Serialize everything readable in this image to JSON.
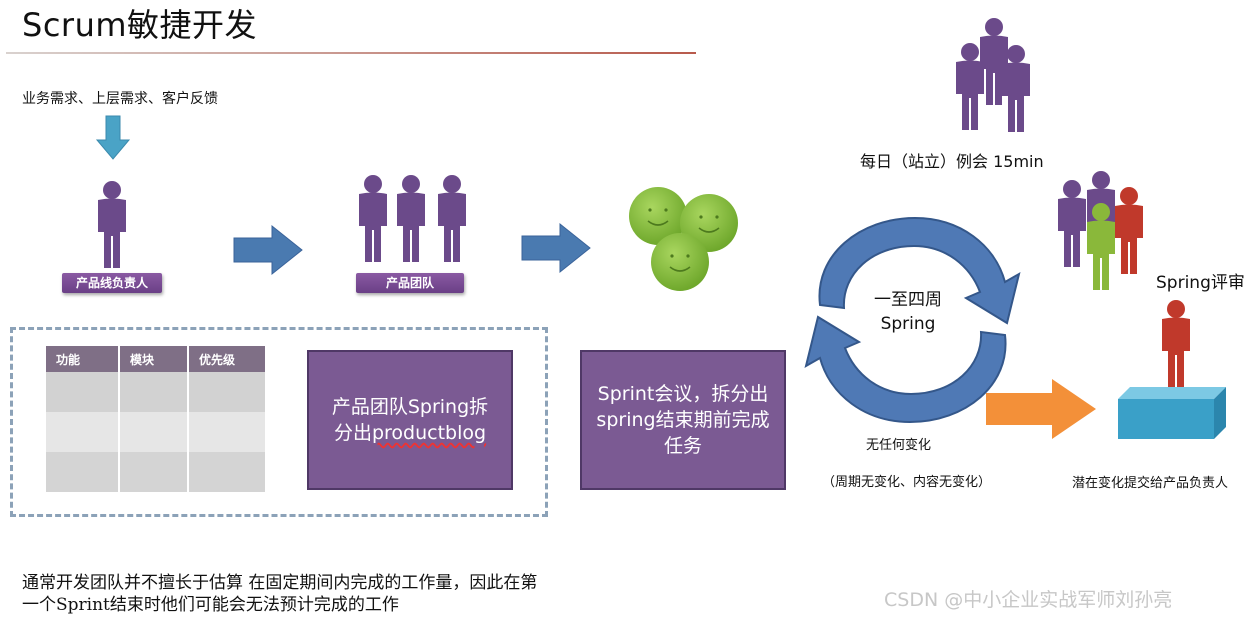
{
  "title": "Scrum敏捷开发",
  "inputs": "业务需求、上层需求、客户反馈",
  "roles": {
    "product_owner": "产品线负责人",
    "product_team": "产品团队"
  },
  "backlog_table": {
    "headers": [
      "功能",
      "模块",
      "优先级"
    ],
    "rows": 3
  },
  "box_team_split": {
    "prefix": "产品团队Spring拆分出",
    "word": "productblog"
  },
  "box_sprint_meeting": "Sprint会议，拆分出spring结束期前完成任务",
  "standup": "每日（站立）例会 15min",
  "cycle": {
    "line1": "一至四周",
    "line2": "Spring"
  },
  "review": "Spring评审",
  "no_change": "无任何变化",
  "no_change_detail": "（周期无变化、内容无变化）",
  "submit": "潜在变化提交给产品负责人",
  "note": {
    "line1": "通常开发团队并不擅长于估算  在固定期间内完成的工作量，因此在第",
    "line2": "一个Sprint结束时他们可能会无法预计完成的工作"
  },
  "watermark": "CSDN @中小企业实战军师刘孙亮",
  "colors": {
    "person_purple": "#6b4a8a",
    "smiley_green": "#8cc63f",
    "cycle_blue": "#4f79b5",
    "arrow_blue": "#4a7ab0",
    "arrow_orange": "#f28a2e",
    "person_red": "#c0392b",
    "person_green": "#8ab83a",
    "platform_blue": "#3aa0c8"
  }
}
